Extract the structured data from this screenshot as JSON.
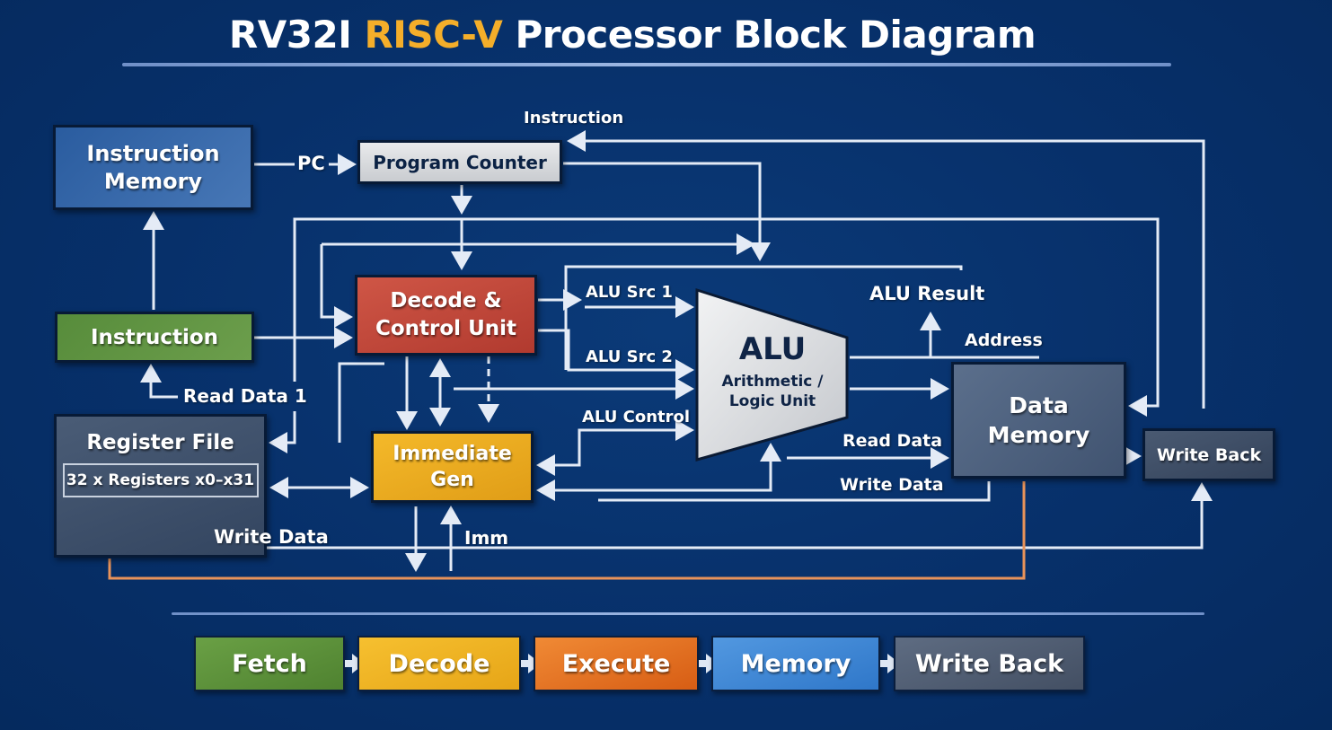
{
  "title": {
    "prefix": "RV32I",
    "accent": "RISC-V",
    "suffix": "Processor Block Diagram"
  },
  "colors": {
    "background": "#07306a",
    "title_accent": "#f4ae2a",
    "wire": "#e4ebf6",
    "writeback_path": "#e8935a",
    "instruction_memory": "#2f64a8",
    "program_counter": "#d7d9dc",
    "instruction": "#5e9441",
    "decode": "#c0473a",
    "immediate_gen": "#eaa81e",
    "alu": "#e2e3e5",
    "register_file": "#3d4f69",
    "data_memory": "#4a5d78",
    "write_back": "#3a4a62"
  },
  "blocks": {
    "instruction_memory": {
      "line1": "Instruction",
      "line2": "Memory"
    },
    "program_counter": {
      "label": "Program Counter"
    },
    "instruction": {
      "label": "Instruction"
    },
    "decode": {
      "line1": "Decode &",
      "line2": "Control Unit"
    },
    "immediate_gen": {
      "line1": "Immediate",
      "line2": "Gen"
    },
    "alu": {
      "title": "ALU",
      "line1": "Arithmetic /",
      "line2": "Logic Unit"
    },
    "register_file": {
      "title": "Register File",
      "sub": "32 x Registers x0–x31"
    },
    "data_memory": {
      "line1": "Data",
      "line2": "Memory"
    },
    "write_back": {
      "label": "Write Back"
    }
  },
  "signals": {
    "pc": "PC",
    "instruction": "Instruction",
    "read_data_1": "Read Data 1",
    "alu_src_1": "ALU Src 1",
    "alu_src_2": "ALU Src 2",
    "alu_control": "ALU Control",
    "alu_result": "ALU Result",
    "address": "Address",
    "read_data": "Read Data",
    "write_data_mem": "Write Data",
    "write_data_reg": "Write Data",
    "imm": "Imm"
  },
  "pipeline": {
    "stages": [
      {
        "label": "Fetch",
        "color": "#5b9038"
      },
      {
        "label": "Decode",
        "color": "#eeb022"
      },
      {
        "label": "Execute",
        "color": "#e2691d"
      },
      {
        "label": "Memory",
        "color": "#3d86d6"
      },
      {
        "label": "Write Back",
        "color": "#4d5b70"
      }
    ]
  }
}
